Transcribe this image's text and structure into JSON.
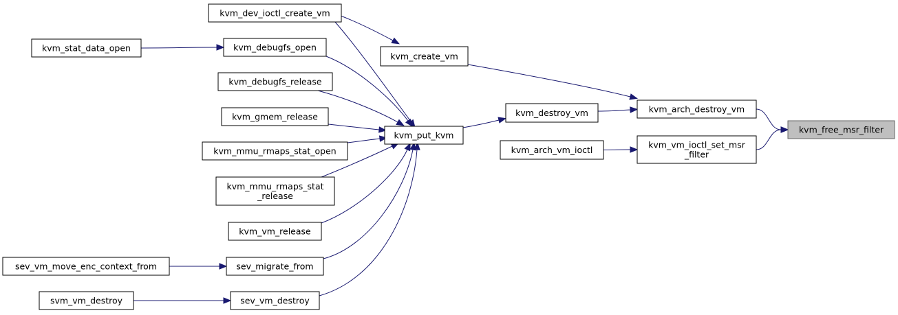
{
  "diagram": {
    "nodes": {
      "kvm_free_msr_filter": {
        "lines": [
          "kvm_free_msr_filter"
        ],
        "root": true
      },
      "kvm_arch_destroy_vm": {
        "lines": [
          "kvm_arch_destroy_vm"
        ]
      },
      "kvm_vm_ioctl_set_msr_filter": {
        "lines": [
          "kvm_vm_ioctl_set_msr",
          "_filter"
        ]
      },
      "kvm_create_vm": {
        "lines": [
          "kvm_create_vm"
        ]
      },
      "kvm_destroy_vm": {
        "lines": [
          "kvm_destroy_vm"
        ]
      },
      "kvm_arch_vm_ioctl": {
        "lines": [
          "kvm_arch_vm_ioctl"
        ]
      },
      "kvm_dev_ioctl_create_vm": {
        "lines": [
          "kvm_dev_ioctl_create_vm"
        ]
      },
      "kvm_put_kvm": {
        "lines": [
          "kvm_put_kvm"
        ]
      },
      "kvm_debugfs_open": {
        "lines": [
          "kvm_debugfs_open"
        ]
      },
      "kvm_stat_data_open": {
        "lines": [
          "kvm_stat_data_open"
        ]
      },
      "kvm_debugfs_release": {
        "lines": [
          "kvm_debugfs_release"
        ]
      },
      "kvm_gmem_release": {
        "lines": [
          "kvm_gmem_release"
        ]
      },
      "kvm_mmu_rmaps_stat_open": {
        "lines": [
          "kvm_mmu_rmaps_stat_open"
        ]
      },
      "kvm_mmu_rmaps_stat_release": {
        "lines": [
          "kvm_mmu_rmaps_stat",
          "_release"
        ]
      },
      "kvm_vm_release": {
        "lines": [
          "kvm_vm_release"
        ]
      },
      "sev_migrate_from": {
        "lines": [
          "sev_migrate_from"
        ]
      },
      "sev_vm_move_enc_context_from": {
        "lines": [
          "sev_vm_move_enc_context_from"
        ]
      },
      "sev_vm_destroy": {
        "lines": [
          "sev_vm_destroy"
        ]
      },
      "svm_vm_destroy": {
        "lines": [
          "svm_vm_destroy"
        ]
      }
    },
    "edges": [
      {
        "from": "kvm_arch_destroy_vm",
        "to": "kvm_free_msr_filter"
      },
      {
        "from": "kvm_vm_ioctl_set_msr_filter",
        "to": "kvm_free_msr_filter"
      },
      {
        "from": "kvm_create_vm",
        "to": "kvm_arch_destroy_vm"
      },
      {
        "from": "kvm_destroy_vm",
        "to": "kvm_arch_destroy_vm"
      },
      {
        "from": "kvm_arch_vm_ioctl",
        "to": "kvm_vm_ioctl_set_msr_filter"
      },
      {
        "from": "kvm_dev_ioctl_create_vm",
        "to": "kvm_create_vm"
      },
      {
        "from": "kvm_put_kvm",
        "to": "kvm_destroy_vm"
      },
      {
        "from": "kvm_dev_ioctl_create_vm",
        "to": "kvm_put_kvm"
      },
      {
        "from": "kvm_debugfs_open",
        "to": "kvm_put_kvm"
      },
      {
        "from": "kvm_debugfs_release",
        "to": "kvm_put_kvm"
      },
      {
        "from": "kvm_gmem_release",
        "to": "kvm_put_kvm"
      },
      {
        "from": "kvm_mmu_rmaps_stat_open",
        "to": "kvm_put_kvm"
      },
      {
        "from": "kvm_mmu_rmaps_stat_release",
        "to": "kvm_put_kvm"
      },
      {
        "from": "kvm_vm_release",
        "to": "kvm_put_kvm"
      },
      {
        "from": "sev_migrate_from",
        "to": "kvm_put_kvm"
      },
      {
        "from": "sev_vm_destroy",
        "to": "kvm_put_kvm"
      },
      {
        "from": "kvm_stat_data_open",
        "to": "kvm_debugfs_open"
      },
      {
        "from": "sev_vm_move_enc_context_from",
        "to": "sev_migrate_from"
      },
      {
        "from": "svm_vm_destroy",
        "to": "sev_vm_destroy"
      }
    ],
    "colors": {
      "edge": "#191970",
      "root_fill": "#bfbfbf",
      "node_border": "#000000"
    }
  }
}
